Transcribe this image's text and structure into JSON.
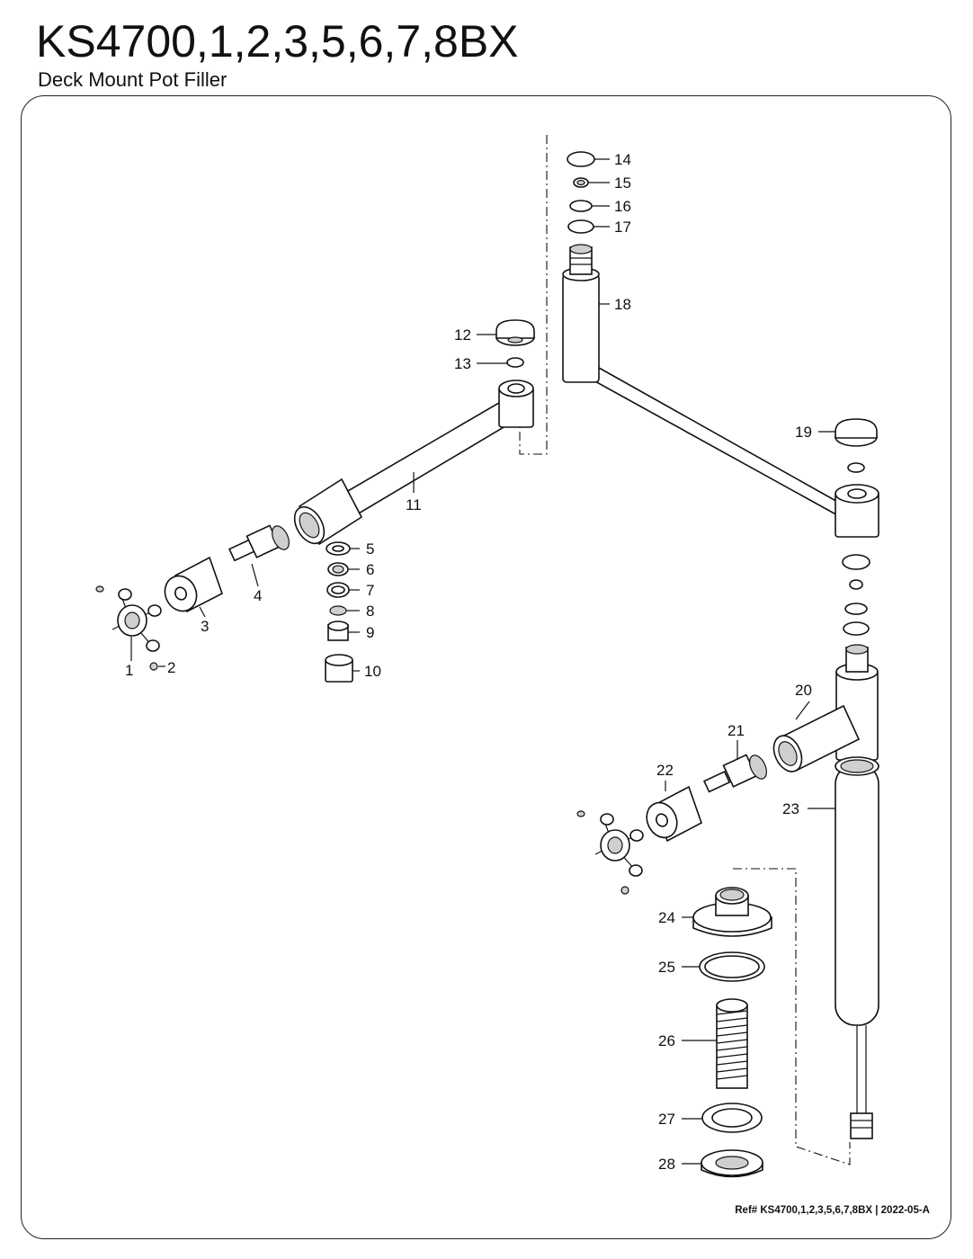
{
  "title": "KS4700,1,2,3,5,6,7,8BX",
  "subtitle": "Deck Mount Pot Filler",
  "reference": "Ref# KS4700,1,2,3,5,6,7,8BX | 2022-05-A",
  "callouts": [
    "1",
    "2",
    "3",
    "4",
    "5",
    "6",
    "7",
    "8",
    "9",
    "10",
    "11",
    "12",
    "13",
    "14",
    "15",
    "16",
    "17",
    "18",
    "19",
    "20",
    "21",
    "22",
    "23",
    "24",
    "25",
    "26",
    "27",
    "28"
  ]
}
